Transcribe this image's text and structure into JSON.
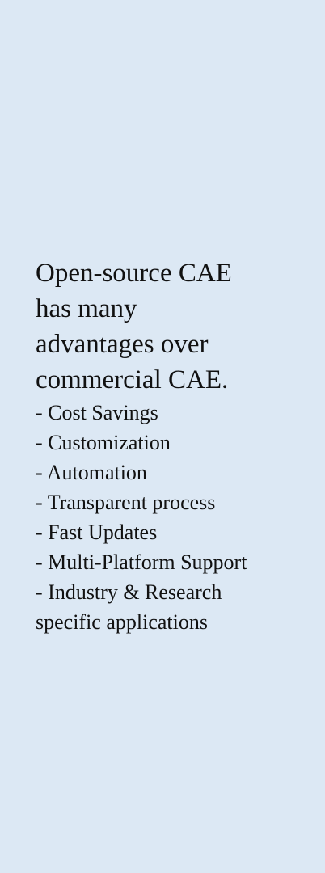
{
  "page": {
    "background": "#dce8f4",
    "text_color": "#111111"
  },
  "heading": {
    "line1": "Open-source CAE",
    "line2": "has many",
    "line3": "advantages over",
    "line4": "commercial CAE."
  },
  "list": {
    "item1": "- Cost Savings",
    "item2": "- Customization",
    "item3": "- Automation",
    "item4": "- Transparent process",
    "item5": "- Fast Updates",
    "item6": "- Multi-Platform Support",
    "item7_line1": "- Industry & Research",
    "item7_line2": "specific applications"
  }
}
